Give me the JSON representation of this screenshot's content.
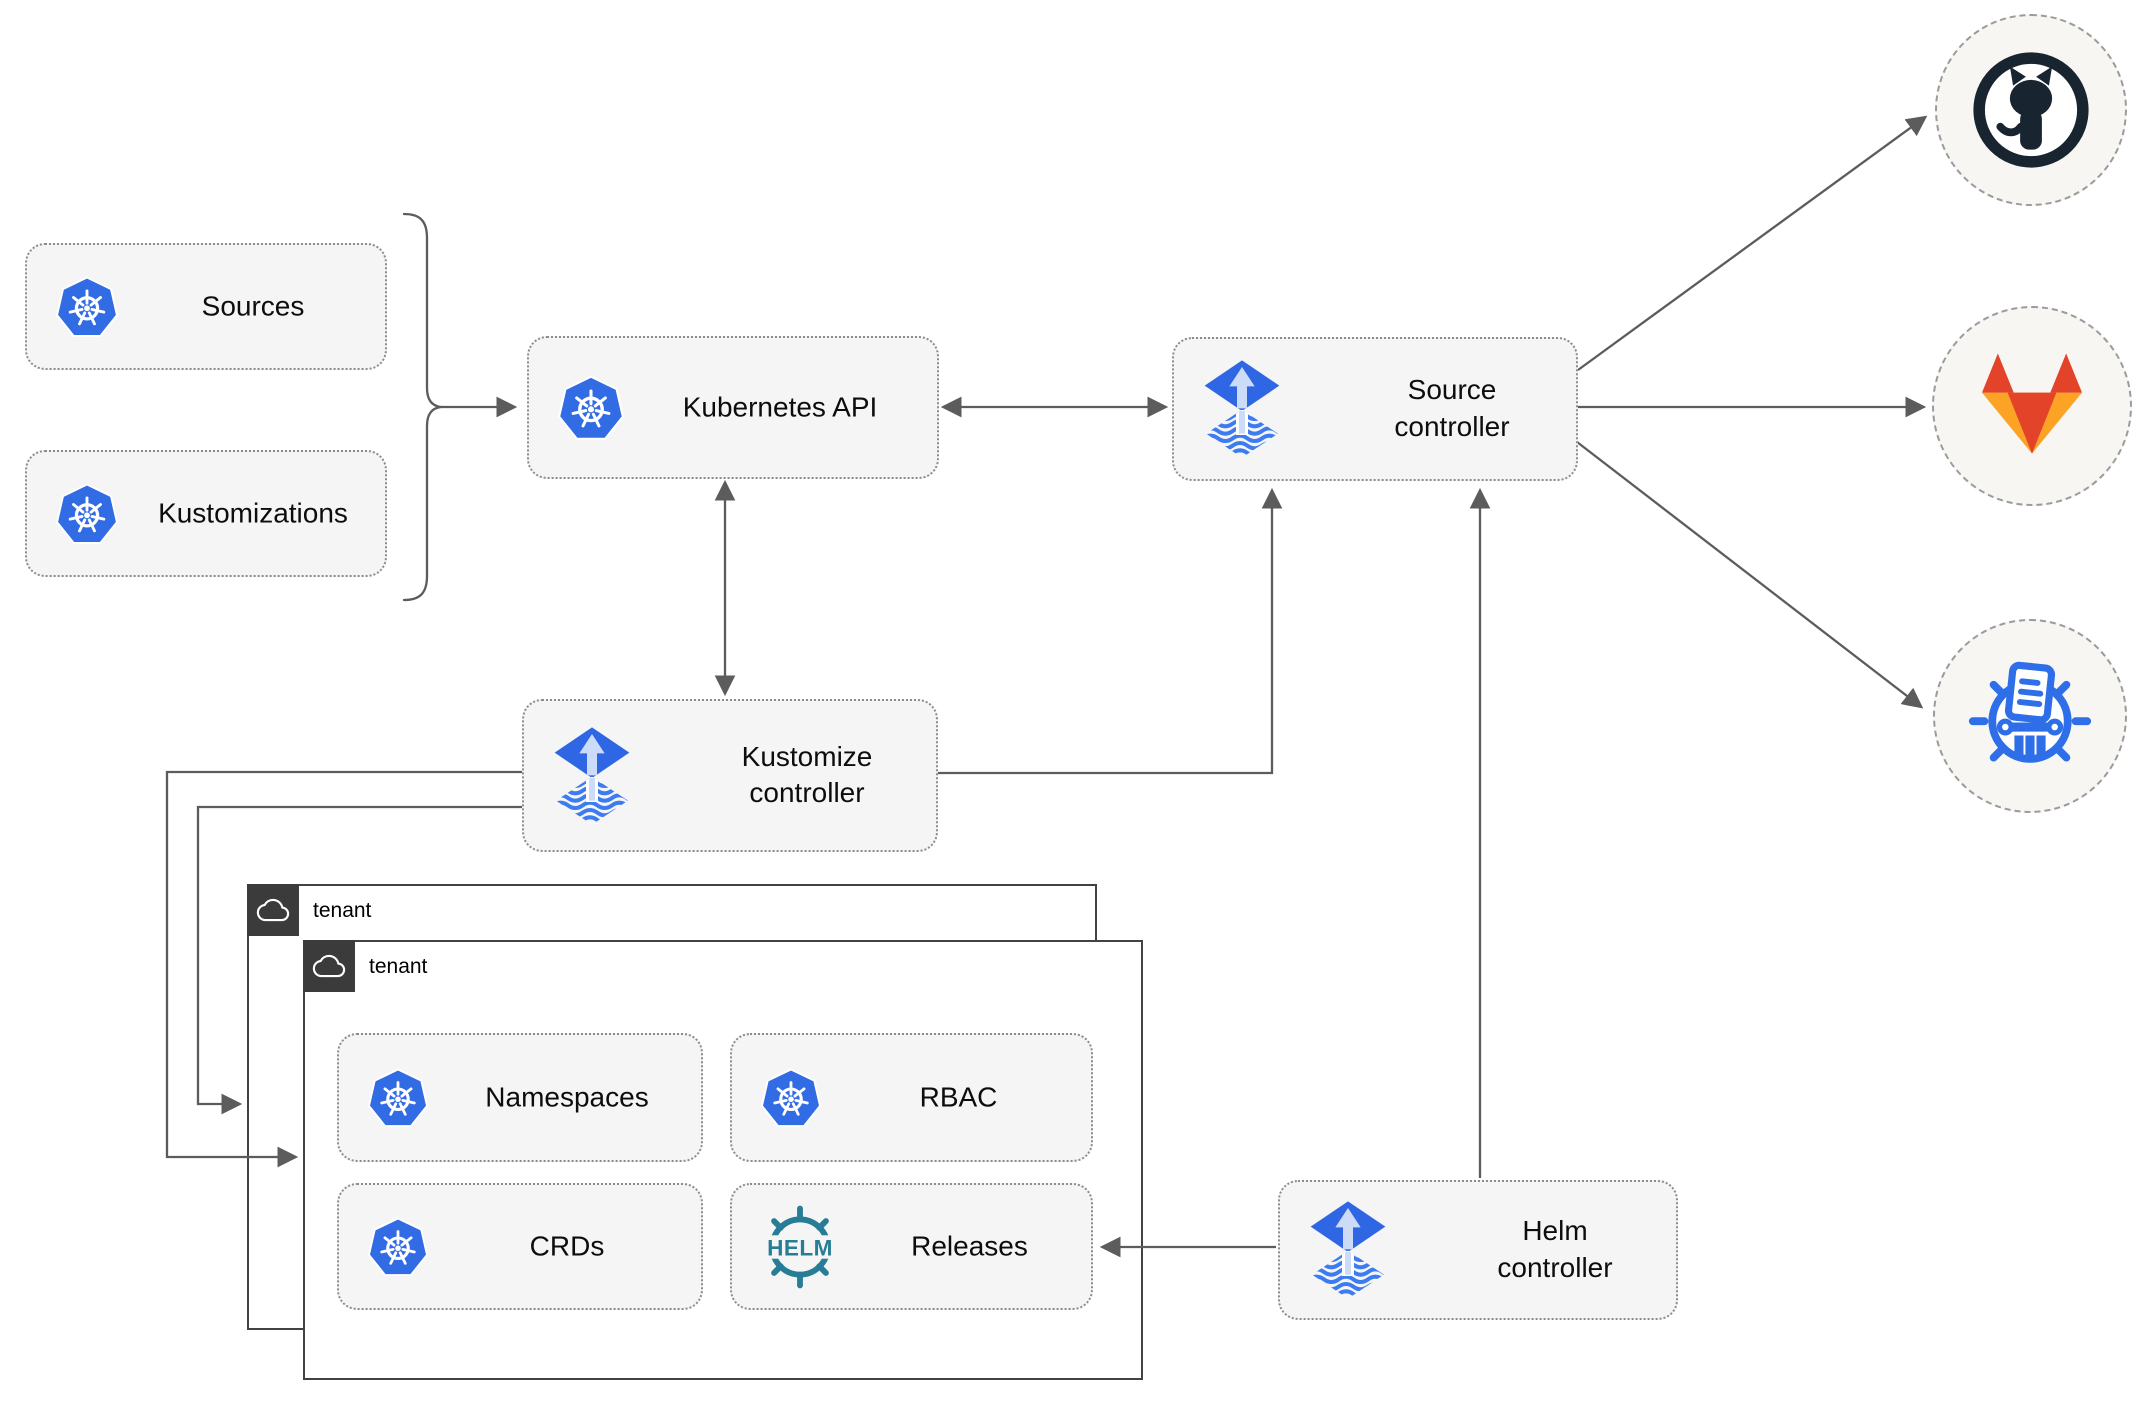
{
  "nodes": {
    "sources": {
      "label": "Sources",
      "icon": "kubernetes"
    },
    "kustomizations": {
      "label": "Kustomizations",
      "icon": "kubernetes"
    },
    "kubernetes_api": {
      "label": "Kubernetes API",
      "icon": "kubernetes"
    },
    "source_controller": {
      "label": "Source controller",
      "icon": "flux"
    },
    "kustomize_controller": {
      "label": "Kustomize controller",
      "icon": "flux"
    },
    "helm_controller": {
      "label": "Helm controller",
      "icon": "flux"
    },
    "namespaces": {
      "label": "Namespaces",
      "icon": "kubernetes"
    },
    "rbac": {
      "label": "RBAC",
      "icon": "kubernetes"
    },
    "crds": {
      "label": "CRDs",
      "icon": "kubernetes"
    },
    "releases": {
      "label": "Releases",
      "icon": "helm"
    }
  },
  "groups": {
    "outer": {
      "label": "tenant",
      "icon": "cloud"
    },
    "inner": {
      "label": "tenant",
      "icon": "cloud"
    }
  },
  "endpoints": {
    "github": {
      "icon": "github"
    },
    "gitlab": {
      "icon": "gitlab"
    },
    "chartmuseum": {
      "icon": "chartmuseum"
    }
  },
  "icons": {
    "helm_wordmark": "HELM"
  },
  "edges": [
    {
      "from": "sources+kustomizations",
      "to": "kubernetes_api",
      "style": "brace-arrow"
    },
    {
      "from": "kubernetes_api",
      "to": "source_controller",
      "style": "double-arrow"
    },
    {
      "from": "kubernetes_api",
      "to": "kustomize_controller",
      "style": "double-arrow"
    },
    {
      "from": "kustomize_controller",
      "to": "source_controller",
      "style": "arrow"
    },
    {
      "from": "helm_controller",
      "to": "source_controller",
      "style": "arrow"
    },
    {
      "from": "source_controller",
      "to": "github",
      "style": "arrow"
    },
    {
      "from": "source_controller",
      "to": "gitlab",
      "style": "arrow"
    },
    {
      "from": "source_controller",
      "to": "chartmuseum",
      "style": "arrow"
    },
    {
      "from": "kustomize_controller",
      "to": "tenant-inner",
      "style": "arrow"
    },
    {
      "from": "kustomize_controller",
      "to": "tenant-outer",
      "style": "arrow"
    },
    {
      "from": "helm_controller",
      "to": "releases",
      "style": "arrow"
    }
  ],
  "colors": {
    "arrow": "#5c5c5c",
    "text": "#111111",
    "node-bg": "#f5f5f5",
    "node-border": "#8c8c8c",
    "group-border": "#424242",
    "group-tab-bg": "#3b3b3b",
    "circle-bg": "#f7f6f2",
    "circle-border": "#9b9b9b",
    "k8s-blue": "#326ce5",
    "flux-blue": "#2f66e3",
    "flux-stripe": "#3d7bf0",
    "flux-light": "#ccdbf7",
    "helm-teal": "#277d96",
    "github-dark": "#18242f",
    "gitlab-orange": "#e24329",
    "gitlab-light": "#fca326",
    "chartmuseum-blue": "#2e6fe9"
  }
}
